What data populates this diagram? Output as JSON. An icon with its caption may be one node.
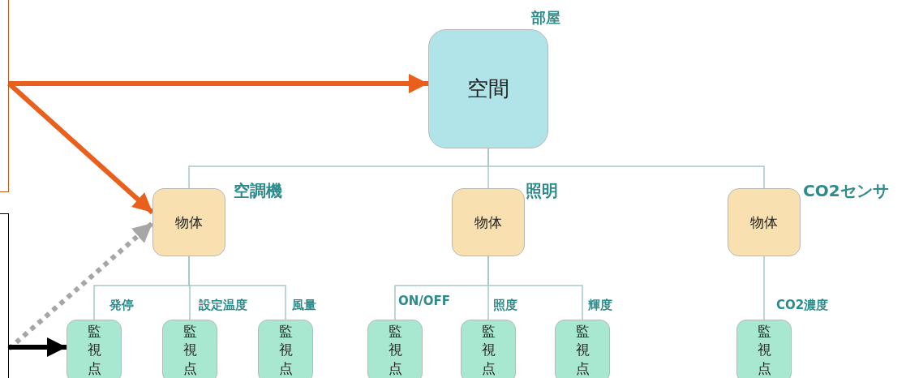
{
  "diagram": {
    "nodes": [
      {
        "text": [],
        "shape": "box"
      },
      {
        "text": [],
        "shape": "box"
      },
      {
        "text": [
          "空間"
        ],
        "beside": [
          "部屋"
        ]
      },
      {
        "text": [
          "物体"
        ],
        "beside": [
          "空調機"
        ]
      },
      {
        "text": [
          "物体"
        ],
        "beside": [
          "照明"
        ]
      },
      {
        "text": [
          "物体"
        ],
        "beside": [
          "CO2センサ"
        ]
      },
      {
        "text": [
          "監視点"
        ],
        "beside": [
          "発停"
        ]
      },
      {
        "text": [
          "監視点"
        ],
        "beside": [
          "設定温度"
        ]
      },
      {
        "text": [
          "監視点"
        ],
        "beside": [
          "風量"
        ]
      },
      {
        "text": [
          "監視点"
        ],
        "beside": [
          "ON/OFF"
        ]
      },
      {
        "text": [
          "監視点"
        ],
        "beside": [
          "照度"
        ]
      },
      {
        "text": [
          "監視点"
        ],
        "beside": [
          "輝度"
        ]
      },
      {
        "text": [
          "監視点"
        ],
        "beside": [
          "CO2濃度"
        ]
      }
    ],
    "edges": [
      {
        "from": 0,
        "to": 2,
        "arrow": "to",
        "style": "thick",
        "color": "#e8601c"
      },
      {
        "from": 0,
        "to": 3,
        "arrow": "to",
        "style": "thick",
        "color": "#e8601c"
      },
      {
        "from": 1,
        "to": 3,
        "arrow": "to",
        "style": "dashed",
        "color": "#a6a6a6"
      },
      {
        "from": 1,
        "to": 6,
        "arrow": "to",
        "style": "thick",
        "color": "#000000"
      },
      {
        "from": 2,
        "to": 3,
        "arrow": "none"
      },
      {
        "from": 2,
        "to": 4,
        "arrow": "none"
      },
      {
        "from": 2,
        "to": 5,
        "arrow": "none"
      },
      {
        "from": 3,
        "to": 6,
        "arrow": "none"
      },
      {
        "from": 3,
        "to": 7,
        "arrow": "none"
      },
      {
        "from": 3,
        "to": 8,
        "arrow": "none"
      },
      {
        "from": 4,
        "to": 9,
        "arrow": "none"
      },
      {
        "from": 4,
        "to": 10,
        "arrow": "none"
      },
      {
        "from": 4,
        "to": 11,
        "arrow": "none"
      },
      {
        "from": 5,
        "to": 12,
        "arrow": "none"
      }
    ]
  }
}
